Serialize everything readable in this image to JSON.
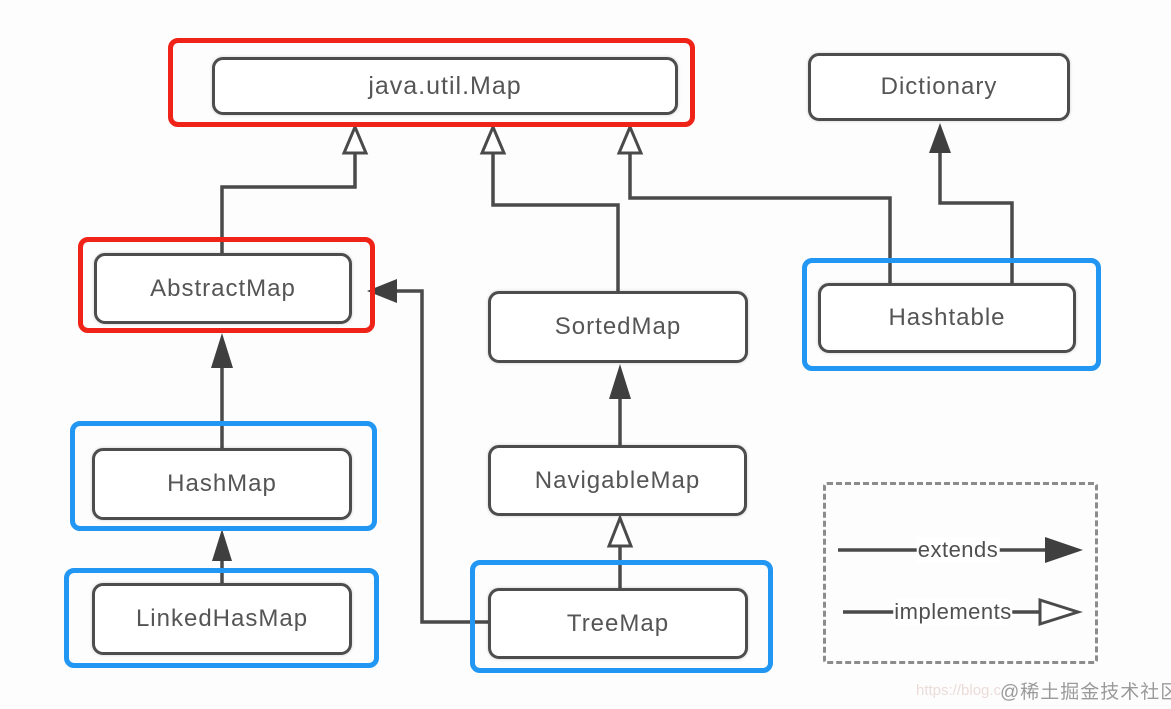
{
  "nodes": {
    "map": {
      "label": "java.util.Map",
      "highlight": "red"
    },
    "dictionary": {
      "label": "Dictionary",
      "highlight": "none"
    },
    "abstractmap": {
      "label": "AbstractMap",
      "highlight": "red"
    },
    "sortedmap": {
      "label": "SortedMap",
      "highlight": "none"
    },
    "hashtable": {
      "label": "Hashtable",
      "highlight": "blue"
    },
    "hashmap": {
      "label": "HashMap",
      "highlight": "blue"
    },
    "navigablemap": {
      "label": "NavigableMap",
      "highlight": "none"
    },
    "linkedhasmap": {
      "label": "LinkedHasMap",
      "highlight": "blue"
    },
    "treemap": {
      "label": "TreeMap",
      "highlight": "blue"
    }
  },
  "relationships": [
    {
      "from": "AbstractMap",
      "to": "java.util.Map",
      "type": "implements"
    },
    {
      "from": "SortedMap",
      "to": "java.util.Map",
      "type": "implements"
    },
    {
      "from": "Hashtable",
      "to": "java.util.Map",
      "type": "implements"
    },
    {
      "from": "Hashtable",
      "to": "Dictionary",
      "type": "extends"
    },
    {
      "from": "HashMap",
      "to": "AbstractMap",
      "type": "extends"
    },
    {
      "from": "LinkedHasMap",
      "to": "HashMap",
      "type": "extends"
    },
    {
      "from": "NavigableMap",
      "to": "SortedMap",
      "type": "extends"
    },
    {
      "from": "TreeMap",
      "to": "NavigableMap",
      "type": "implements"
    },
    {
      "from": "TreeMap",
      "to": "AbstractMap",
      "type": "extends"
    }
  ],
  "legend": {
    "extends_label": "extends",
    "implements_label": "implements"
  },
  "watermark": {
    "url_text": "https://blog.c",
    "community_text": "@稀土掘金技术社区"
  },
  "colors": {
    "line": "#4a4a4a",
    "box_border": "#4d4d4d",
    "highlight_red": "#f02318",
    "highlight_blue": "#2196f3",
    "legend_border": "#8c8c8c",
    "text": "#555555",
    "watermark_text": "#9a9a9a"
  }
}
